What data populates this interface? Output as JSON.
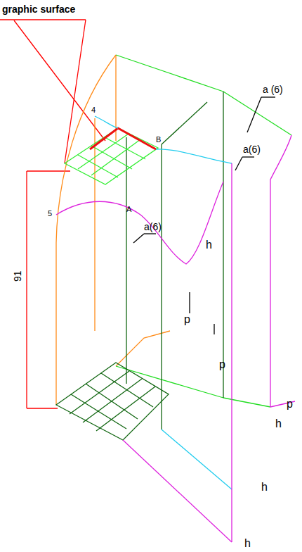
{
  "diagram": {
    "labels": [
      "graphic surface",
      "a (6)",
      "a(6)",
      "4",
      "B",
      "5",
      "A",
      "a(6)",
      "h",
      "91",
      "p",
      "p",
      "p",
      "h",
      "h",
      "h"
    ]
  }
}
